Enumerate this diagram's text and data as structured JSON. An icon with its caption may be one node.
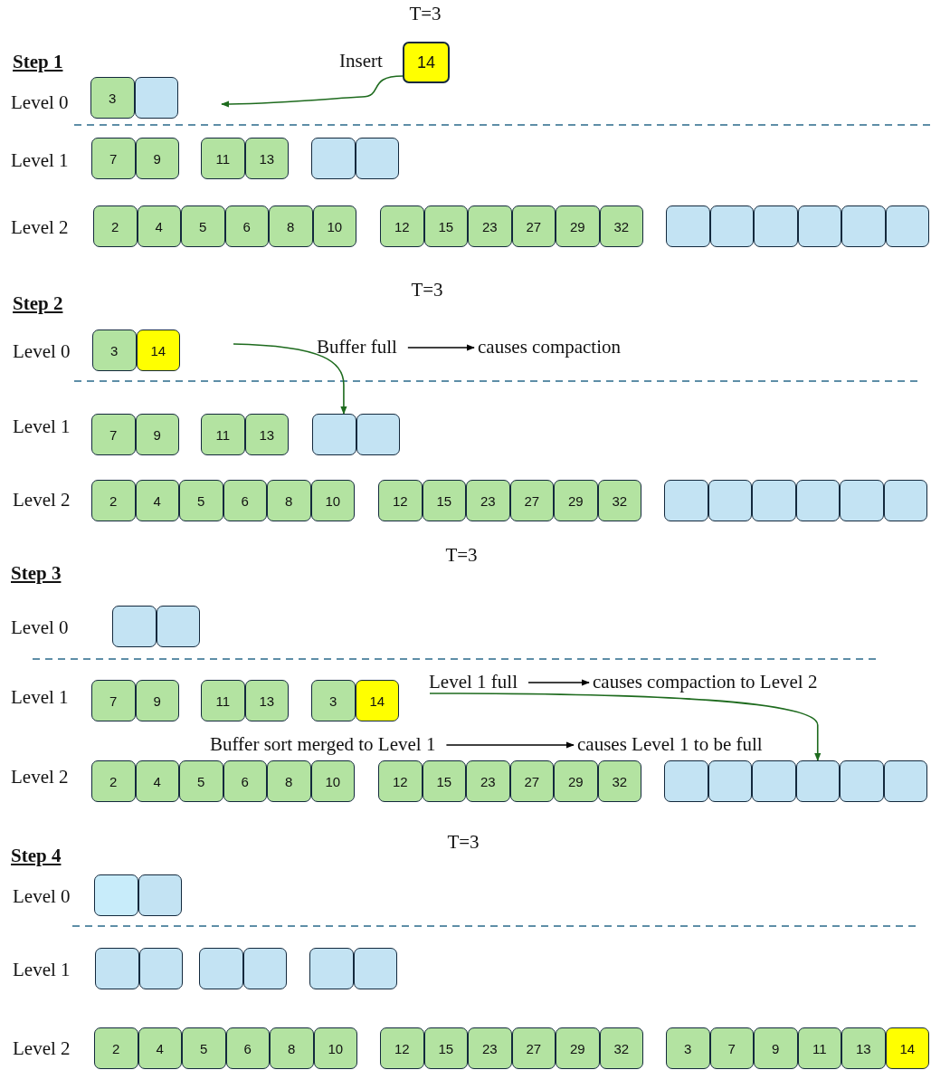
{
  "diagram": {
    "nodes": [
      {
        "text": [
          "14"
        ]
      },
      {
        "text": [
          "3"
        ]
      },
      {
        "text": [],
        "shape": "box"
      },
      {
        "text": [
          "7"
        ]
      },
      {
        "text": [
          "9"
        ]
      },
      {
        "text": [
          "11"
        ]
      },
      {
        "text": [
          "13"
        ]
      },
      {
        "text": [],
        "shape": "box"
      },
      {
        "text": [],
        "shape": "box"
      },
      {
        "text": [
          "2"
        ]
      },
      {
        "text": [
          "4"
        ]
      },
      {
        "text": [
          "5"
        ]
      },
      {
        "text": [
          "6"
        ]
      },
      {
        "text": [
          "8"
        ]
      },
      {
        "text": [
          "10"
        ]
      },
      {
        "text": [
          "12"
        ]
      },
      {
        "text": [
          "15"
        ]
      },
      {
        "text": [
          "23"
        ]
      },
      {
        "text": [
          "27"
        ]
      },
      {
        "text": [
          "29"
        ]
      },
      {
        "text": [
          "32"
        ]
      },
      {
        "text": [],
        "shape": "box"
      },
      {
        "text": [],
        "shape": "box"
      },
      {
        "text": [],
        "shape": "box"
      },
      {
        "text": [],
        "shape": "box"
      },
      {
        "text": [],
        "shape": "box"
      },
      {
        "text": [],
        "shape": "box"
      },
      {
        "text": [
          "3"
        ]
      },
      {
        "text": [
          "14"
        ]
      },
      {
        "text": [
          "Buffer full"
        ]
      },
      {
        "text": [
          "causes compaction"
        ]
      },
      {
        "text": [
          "7"
        ]
      },
      {
        "text": [
          "9"
        ]
      },
      {
        "text": [
          "11"
        ]
      },
      {
        "text": [
          "13"
        ]
      },
      {
        "text": [],
        "shape": "box"
      },
      {
        "text": [],
        "shape": "box"
      },
      {
        "text": [
          "2"
        ]
      },
      {
        "text": [
          "4"
        ]
      },
      {
        "text": [
          "5"
        ]
      },
      {
        "text": [
          "6"
        ]
      },
      {
        "text": [
          "8"
        ]
      },
      {
        "text": [
          "10"
        ]
      },
      {
        "text": [
          "12"
        ]
      },
      {
        "text": [
          "15"
        ]
      },
      {
        "text": [
          "23"
        ]
      },
      {
        "text": [
          "27"
        ]
      },
      {
        "text": [
          "29"
        ]
      },
      {
        "text": [
          "32"
        ]
      },
      {
        "text": [],
        "shape": "box"
      },
      {
        "text": [],
        "shape": "box"
      },
      {
        "text": [],
        "shape": "box"
      },
      {
        "text": [],
        "shape": "box"
      },
      {
        "text": [],
        "shape": "box"
      },
      {
        "text": [],
        "shape": "box"
      },
      {
        "text": [],
        "shape": "box"
      },
      {
        "text": [],
        "shape": "box"
      },
      {
        "text": [
          "7"
        ]
      },
      {
        "text": [
          "9"
        ]
      },
      {
        "text": [
          "11"
        ]
      },
      {
        "text": [
          "13"
        ]
      },
      {
        "text": [
          "3"
        ]
      },
      {
        "text": [
          "14"
        ]
      },
      {
        "text": [
          "Level 1 full"
        ]
      },
      {
        "text": [
          "causes compaction to Level 2"
        ]
      },
      {
        "text": [
          "Buffer sort merged to Level 1"
        ]
      },
      {
        "text": [
          "causes Level 1 to be full"
        ]
      },
      {
        "text": [
          "2"
        ]
      },
      {
        "text": [
          "4"
        ]
      },
      {
        "text": [
          "5"
        ]
      },
      {
        "text": [
          "6"
        ]
      },
      {
        "text": [
          "8"
        ]
      },
      {
        "text": [
          "10"
        ]
      },
      {
        "text": [
          "12"
        ]
      },
      {
        "text": [
          "15"
        ]
      },
      {
        "text": [
          "23"
        ]
      },
      {
        "text": [
          "27"
        ]
      },
      {
        "text": [
          "29"
        ]
      },
      {
        "text": [
          "32"
        ]
      },
      {
        "text": [],
        "shape": "box"
      },
      {
        "text": [],
        "shape": "box"
      },
      {
        "text": [],
        "shape": "box"
      },
      {
        "text": [],
        "shape": "box"
      },
      {
        "text": [],
        "shape": "box"
      },
      {
        "text": [],
        "shape": "box"
      },
      {
        "text": [],
        "shape": "box"
      },
      {
        "text": [],
        "shape": "box"
      },
      {
        "text": [],
        "shape": "box"
      },
      {
        "text": [],
        "shape": "box"
      },
      {
        "text": [],
        "shape": "box"
      },
      {
        "text": [],
        "shape": "box"
      },
      {
        "text": [],
        "shape": "box"
      },
      {
        "text": [],
        "shape": "box"
      },
      {
        "text": [
          "2"
        ]
      },
      {
        "text": [
          "4"
        ]
      },
      {
        "text": [
          "5"
        ]
      },
      {
        "text": [
          "6"
        ]
      },
      {
        "text": [
          "8"
        ]
      },
      {
        "text": [
          "10"
        ]
      },
      {
        "text": [
          "12"
        ]
      },
      {
        "text": [
          "15"
        ]
      },
      {
        "text": [
          "23"
        ]
      },
      {
        "text": [
          "27"
        ]
      },
      {
        "text": [
          "29"
        ]
      },
      {
        "text": [
          "32"
        ]
      },
      {
        "text": [
          "3"
        ]
      },
      {
        "text": [
          "7"
        ]
      },
      {
        "text": [
          "9"
        ]
      },
      {
        "text": [
          "11"
        ]
      },
      {
        "text": [
          "13"
        ]
      },
      {
        "text": [
          "14"
        ]
      }
    ],
    "edges": [
      {
        "from": 0,
        "to": null,
        "arrow": "to",
        "color": "#1e6b1e"
      },
      {
        "from": null,
        "to": 35,
        "arrow": "to",
        "color": "#1e6b1e"
      },
      {
        "from": 29,
        "to": 30,
        "arrow": "to",
        "color": "#000000"
      },
      {
        "from": 63,
        "to": 64,
        "arrow": "to",
        "color": "#000000"
      },
      {
        "from": 65,
        "to": 66,
        "arrow": "to",
        "color": "#000000"
      },
      {
        "from": 63,
        "to": 82,
        "arrow": "to",
        "color": "#1e6b1e"
      }
    ],
    "labels": [
      "T=3",
      "Step 1",
      "Insert",
      "Level 0",
      "Level 1",
      "Level 2",
      "T=3",
      "Step 2",
      "Level 0",
      "Level 1",
      "Level 2",
      "T=3",
      "Step 3",
      "Level 0",
      "Level 1",
      "Level 2",
      "T=3",
      "Step 4",
      "Level 0",
      "Level 1",
      "Level 2"
    ]
  }
}
